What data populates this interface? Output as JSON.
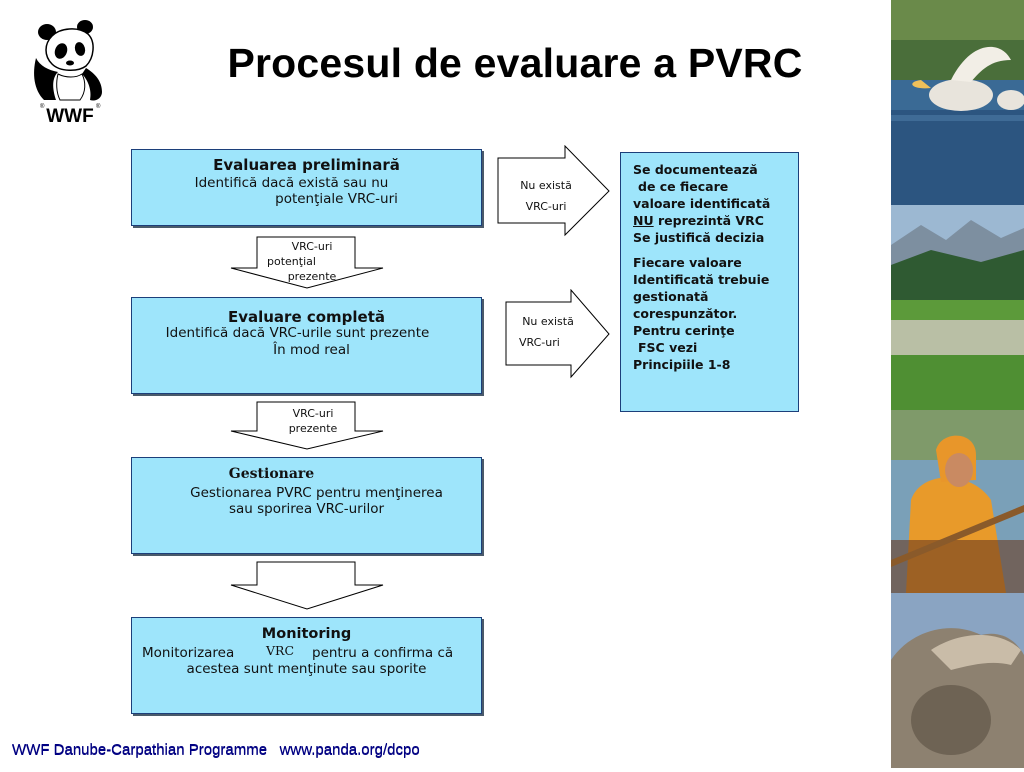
{
  "logo": {
    "text": "WWF",
    "reg": "®"
  },
  "title": "Procesul de evaluare a PVRC",
  "boxes": {
    "prelim": {
      "heading": "Evaluarea preliminară",
      "line1": "Identifică dacă există sau nu",
      "line2": "potenţiale VRC-uri"
    },
    "complete": {
      "heading": "Evaluare completă",
      "line1": "Identifică dacă VRC-urile sunt prezente",
      "line2": "În mod real"
    },
    "manage": {
      "heading": "Gestionare",
      "line1": "Gestionarea PVRC pentru menţinerea",
      "line2": "sau sporirea VRC-urilor"
    },
    "monitor": {
      "heading": "Monitoring",
      "line1a": "Monitorizarea",
      "line1vrc": "VRC",
      "line1b": "pentru a confirma că",
      "line2": "acestea sunt menţinute sau sporite"
    }
  },
  "down_arrows": {
    "a1": {
      "line1": "VRC-uri",
      "line2": "potenţial",
      "line3": "prezente"
    },
    "a2": {
      "line1": "VRC-uri",
      "line2": "prezente"
    }
  },
  "right_arrows": {
    "r1": {
      "line1": "Nu există",
      "line2": "VRC-uri"
    },
    "r2": {
      "line1": "Nu există",
      "line2": "VRC-uri"
    }
  },
  "side_box": {
    "l1": "Se documentează",
    "l2": "de ce fiecare",
    "l3": "valoare identificată",
    "l4u": "NU",
    "l4": " reprezintă VRC",
    "l5": "Se justifică decizia",
    "l6": "Fiecare valoare",
    "l7": "Identificată trebuie",
    "l8": "gestionată",
    "l9": "corespunzător.",
    "l10": "Pentru cerinţe",
    "l11": "FSC vezi",
    "l12": "Principiile 1-8"
  },
  "footer": "WWF Danube-Carpathian Programme   www.panda.org/dcpo",
  "photos": [
    "pelicans-photo",
    "mountain-sheep-photo",
    "fisherman-photo",
    "wolf-photo"
  ]
}
